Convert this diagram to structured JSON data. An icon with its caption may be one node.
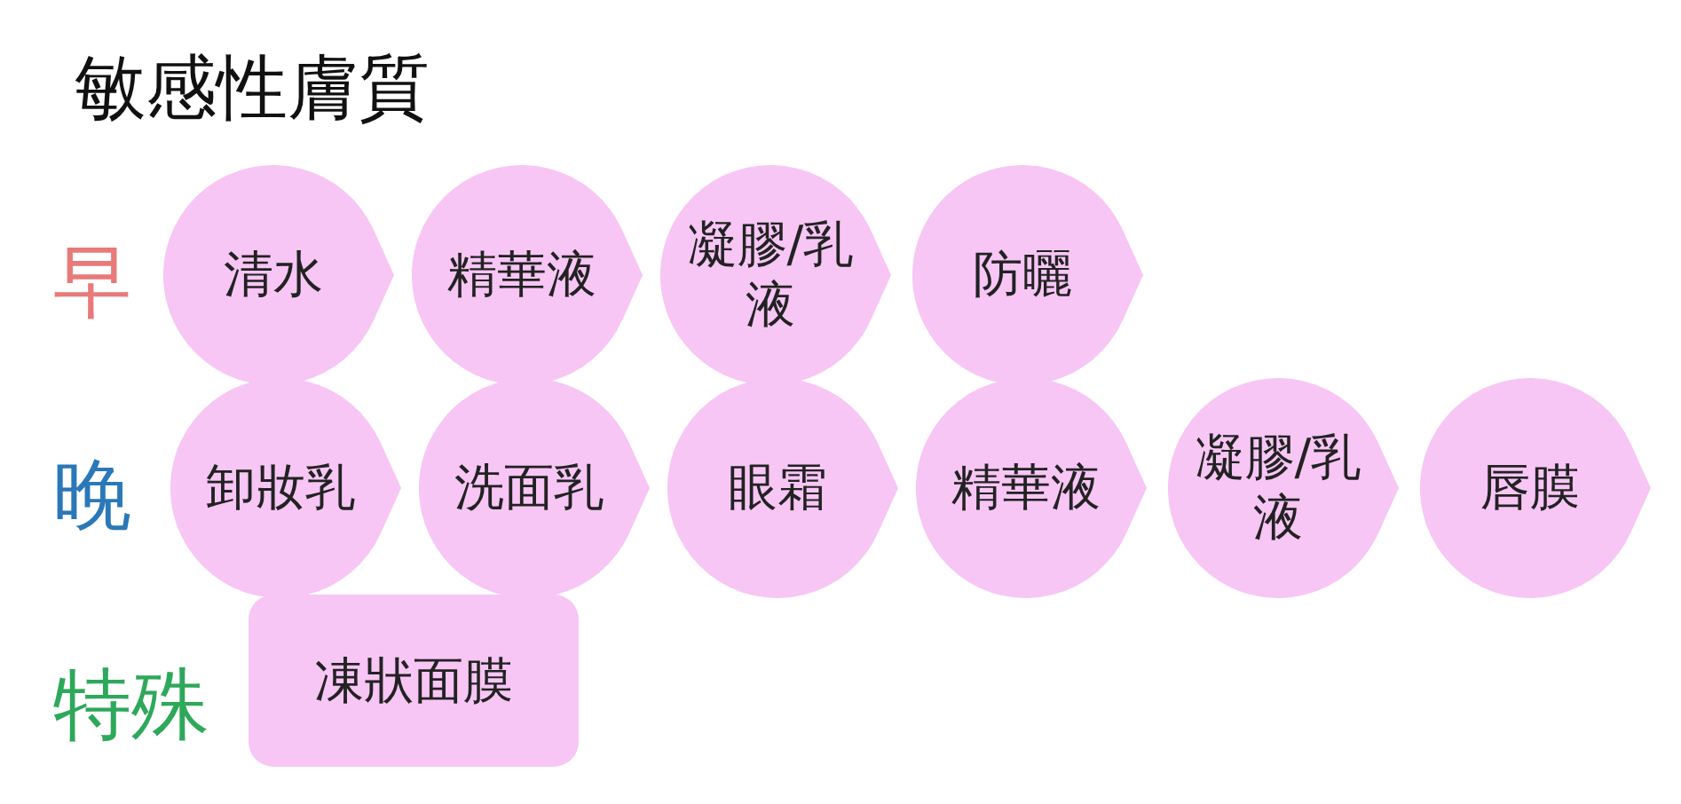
{
  "diagram": {
    "title": "敏感性膚質",
    "nodes": [
      {
        "text": [
          "清水"
        ]
      },
      {
        "text": [
          "精華液"
        ]
      },
      {
        "text": [
          "凝膠/乳液"
        ]
      },
      {
        "text": [
          "防曬"
        ]
      },
      {
        "text": [
          "卸妝乳"
        ]
      },
      {
        "text": [
          "洗面乳"
        ]
      },
      {
        "text": [
          "眼霜"
        ]
      },
      {
        "text": [
          "精華液"
        ]
      },
      {
        "text": [
          "凝膠/乳液"
        ]
      },
      {
        "text": [
          "唇膜"
        ]
      },
      {
        "text": [
          "凍狀面膜"
        ]
      }
    ],
    "labels": [
      "早",
      "晚",
      "特殊"
    ]
  }
}
